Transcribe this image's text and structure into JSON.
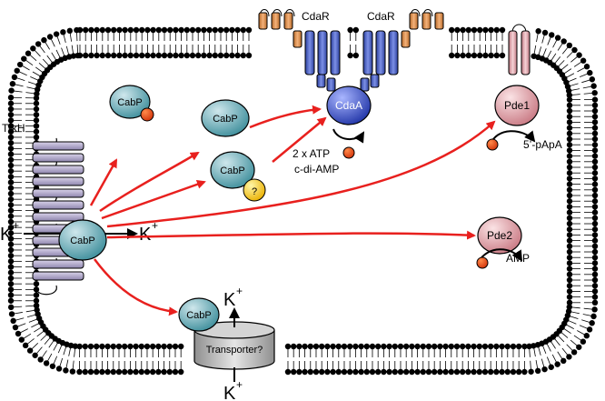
{
  "labels": {
    "cdar_left": "CdaR",
    "cdar_right": "CdaR",
    "trkh": "TrkH",
    "k_in_left": "K",
    "k_in_left_sup": "+",
    "k_out_right": "K",
    "k_out_right_sup": "+",
    "k_transporter_top": "K",
    "k_transporter_top_sup": "+",
    "k_transporter_bottom": "K",
    "k_transporter_bottom_sup": "+",
    "atp": "2 x ATP",
    "cdiamp": "c-di-AMP",
    "pappa": "5’-pApA",
    "amp": "AMP",
    "transporter": "Transporter?"
  },
  "proteins": {
    "cabp_topleft": "CabP",
    "cabp_top": "CabP",
    "cabp_question": "CabP",
    "question_mark": "?",
    "cabp_trkh": "CabP",
    "cabp_transporter": "CabP",
    "cdaa": "CdaA",
    "pde1": "Pde1",
    "pde2": "Pde2"
  },
  "colors": {
    "cabp": "#3f8f9c",
    "cdaa": "#3347b8",
    "cdar_tm": "#3a52b3",
    "cdar_ext": "#d98a45",
    "pde": "#d98f98",
    "trkh": "#a59bc2",
    "ligand": "#e0460f",
    "question": "#f2c21a",
    "arrow": "#e8201e",
    "transporter": "#b9b9b9"
  }
}
